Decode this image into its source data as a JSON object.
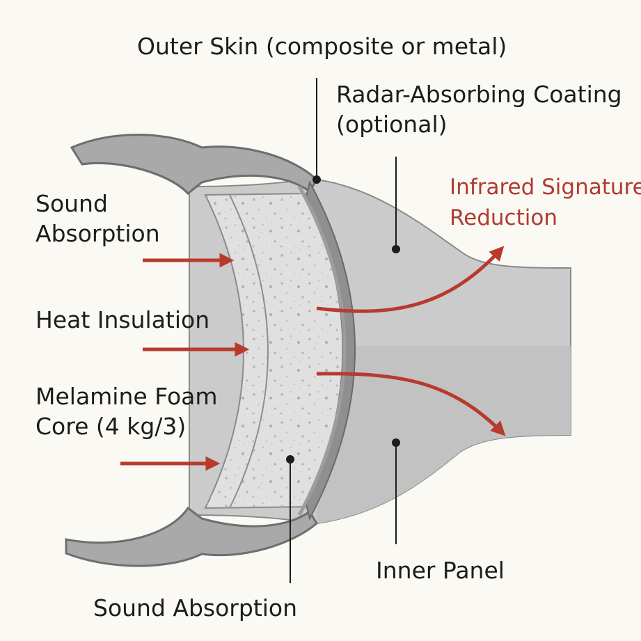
{
  "labels": {
    "outer_skin": "Outer Skin (composite or metal)",
    "radar_line1": "Radar-Absorbing Coating",
    "radar_line2": "(optional)",
    "infrared_line1": "Infrared Signature",
    "infrared_line2": "Reduction",
    "sound_line1": "Sound",
    "sound_line2": "Absorption",
    "heat": "Heat Insulation",
    "core_line1": "Melamine Foam",
    "core_line2": "Core (4 kg/3)",
    "inner_panel": "Inner Panel",
    "sound_bottom": "Sound Absorption"
  },
  "colors": {
    "background": "#faf9f4",
    "skin": "#cfcfcf",
    "skin_dark": "#8e8e8e",
    "foam": "#e2e2e2",
    "arrow": "#b83a2c",
    "text": "#1c1c1c",
    "accent_text": "#b03a2e"
  }
}
